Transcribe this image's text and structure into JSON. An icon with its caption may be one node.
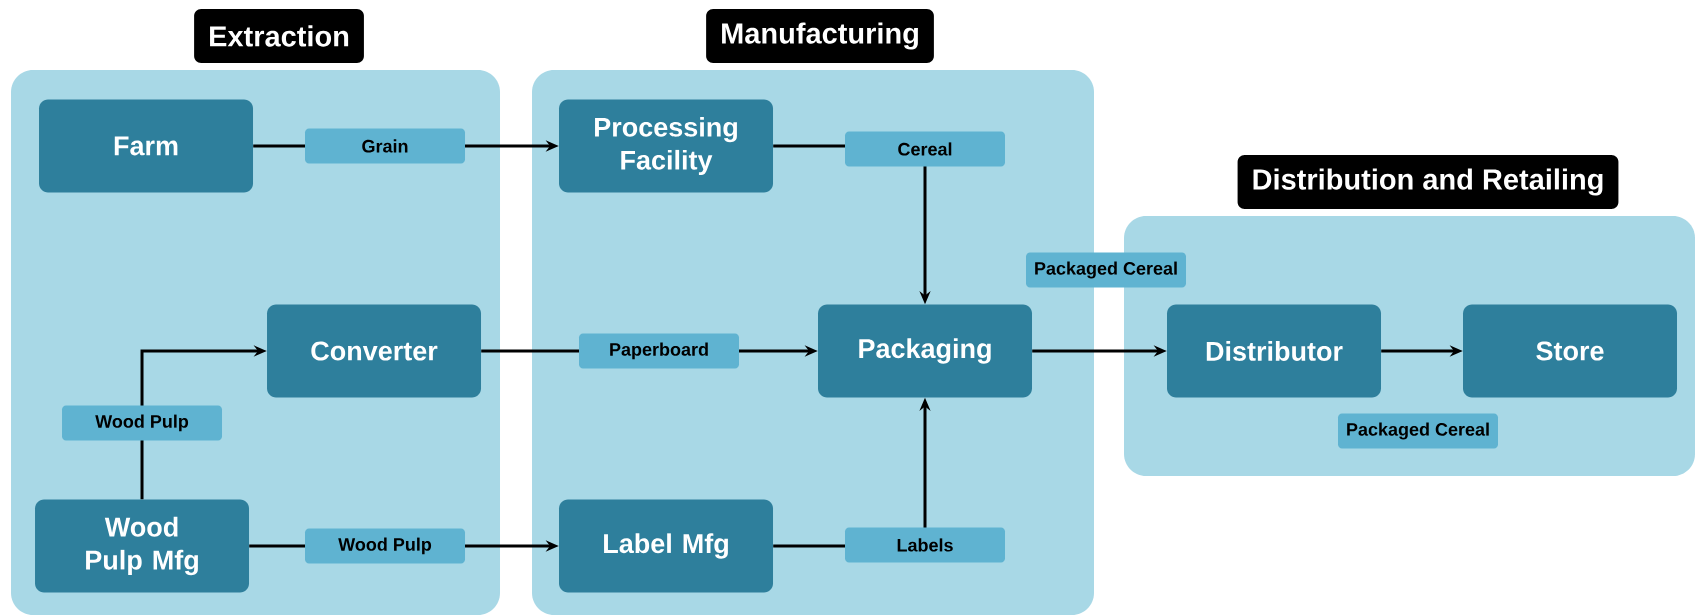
{
  "diagram": {
    "nodes": [
      {
        "text": [
          "Extraction"
        ]
      },
      {
        "text": [
          "Farm"
        ],
        "in": 0
      },
      {
        "text": [
          "Converter"
        ],
        "in": 0
      },
      {
        "text": [
          "Wood Pulp Mfg"
        ],
        "in": 0
      },
      {
        "text": [
          "Manufacturing"
        ]
      },
      {
        "text": [
          "Processing Facility"
        ],
        "in": 4
      },
      {
        "text": [
          "Packaging"
        ],
        "in": 4
      },
      {
        "text": [
          "Label Mfg"
        ],
        "in": 4
      },
      {
        "text": [
          "Distribution and Retailing"
        ]
      },
      {
        "text": [
          "Distributor"
        ],
        "in": 8
      },
      {
        "text": [
          "Store"
        ],
        "in": 8
      }
    ],
    "edges": [
      {
        "from": 1,
        "to": 5,
        "arrow": "to",
        "label": "Grain"
      },
      {
        "from": 5,
        "to": 6,
        "arrow": "to",
        "label": "Cereal"
      },
      {
        "from": 3,
        "to": 2,
        "arrow": "to",
        "label": "Wood Pulp"
      },
      {
        "from": 2,
        "to": 6,
        "arrow": "to",
        "label": "Paperboard"
      },
      {
        "from": 3,
        "to": 7,
        "arrow": "to",
        "label": "Wood Pulp"
      },
      {
        "from": 7,
        "to": 6,
        "arrow": "to",
        "label": "Labels"
      },
      {
        "from": 6,
        "to": 9,
        "arrow": "to",
        "label": "Packaged Cereal"
      },
      {
        "from": 9,
        "to": 10,
        "arrow": "to",
        "label": "Packaged Cereal"
      }
    ]
  }
}
